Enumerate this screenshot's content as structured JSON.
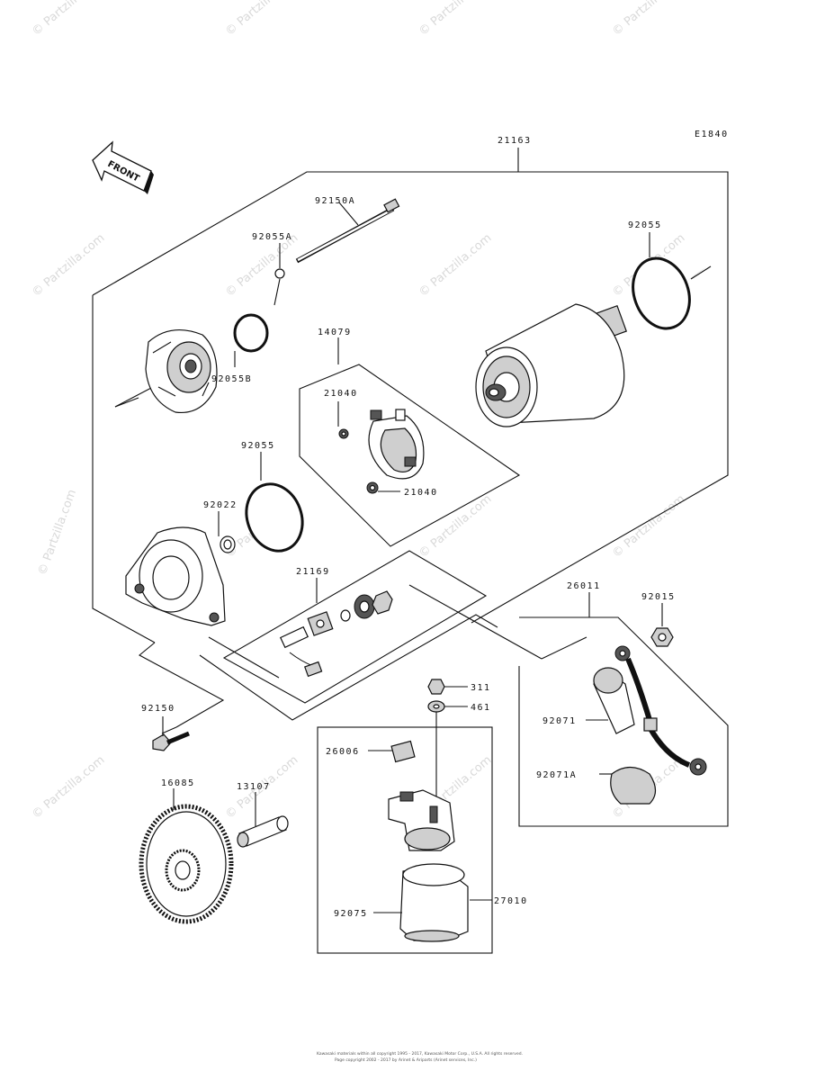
{
  "diagram": {
    "code": "E1840",
    "front_label": "FRONT",
    "labels": {
      "l21163": "21163",
      "l92150A": "92150A",
      "l92055A": "92055A",
      "l92055_top": "92055",
      "l92055B": "92055B",
      "l14079": "14079",
      "l21040_a": "21040",
      "l21040_b": "21040",
      "l92055_mid": "92055",
      "l92022": "92022",
      "l21169": "21169",
      "l26011": "26011",
      "l92015": "92015",
      "l92150": "92150",
      "l311": "311",
      "l461": "461",
      "l26006": "26006",
      "l92071": "92071",
      "l92071A": "92071A",
      "l16085": "16085",
      "l13107": "13107",
      "l92075": "92075",
      "l27010": "27010"
    },
    "watermark": "© Partzilla.com",
    "footer_line1": "Kawasaki materials within all copyright 1995 - 2017, Kawasaki Motor Corp., U.S.A. All rights reserved.",
    "footer_line2": "Page copyright 2002 - 2017 by Arinet & Ariparts (Arinet services, Inc.)"
  }
}
